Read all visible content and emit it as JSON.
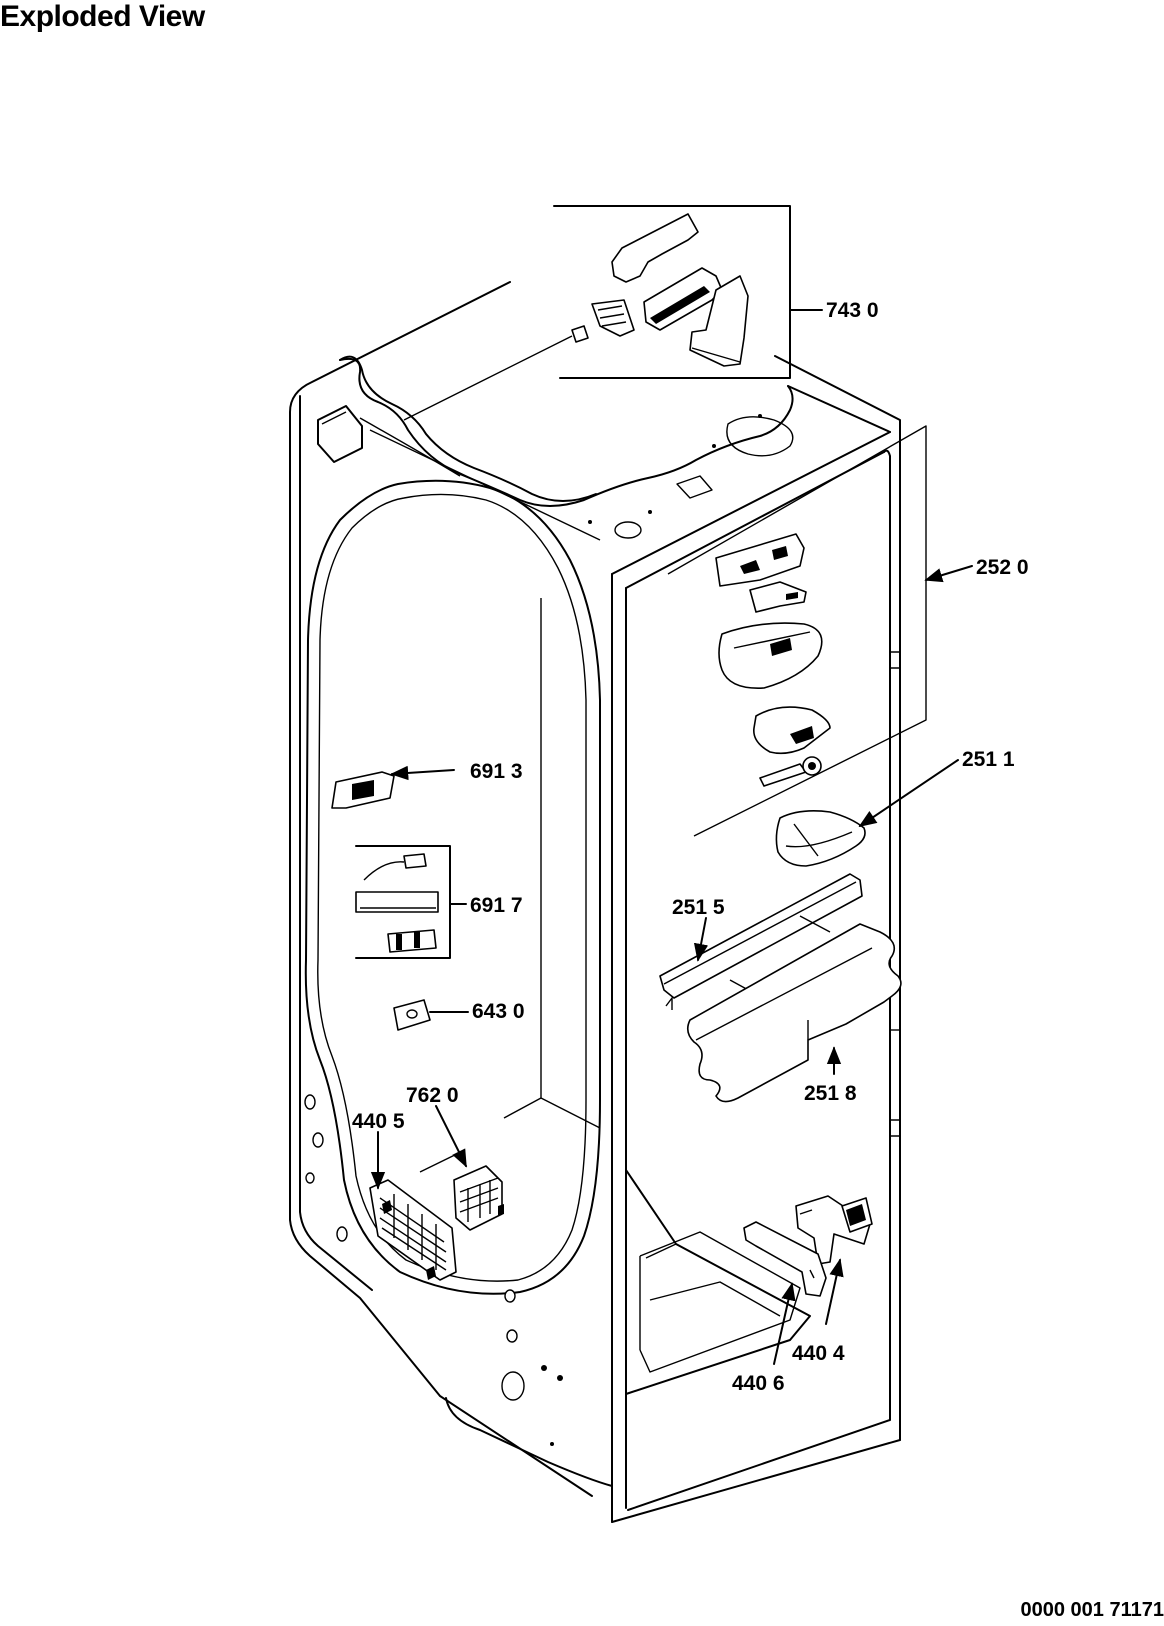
{
  "title": "Exploded View",
  "document_number": "0000 001 71171",
  "callouts": {
    "c7430": "743 0",
    "c2520": "252 0",
    "c2511": "251 1",
    "c6913": "691 3",
    "c6917": "691 7",
    "c2515": "251 5",
    "c6430": "643 0",
    "c2518": "251 8",
    "c7620": "762 0",
    "c4405": "440 5",
    "c4404": "440 4",
    "c4406": "440 6"
  }
}
